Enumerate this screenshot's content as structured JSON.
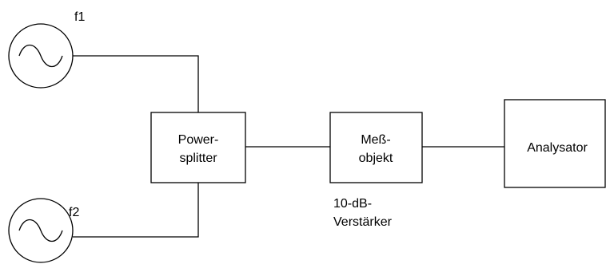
{
  "sources": {
    "f1": {
      "label": "f1",
      "icon": "sine-wave-icon"
    },
    "f2": {
      "label": "f2",
      "icon": "sine-wave-icon"
    }
  },
  "blocks": {
    "power_splitter": {
      "line1": "Power-",
      "line2": "splitter"
    },
    "dut": {
      "line1": "Meß-",
      "line2": "objekt"
    },
    "analyzer": {
      "line1": "Analysator"
    }
  },
  "annotations": {
    "amplifier": {
      "line1": "10-dB-",
      "line2": "Verstärker"
    }
  },
  "colors": {
    "stroke": "#000000",
    "background": "#ffffff"
  }
}
